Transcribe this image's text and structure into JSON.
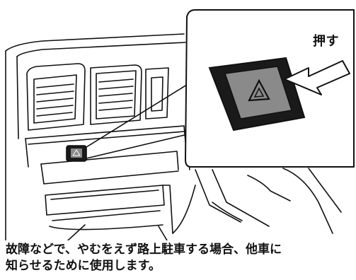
{
  "callout": {
    "push_label": "押す"
  },
  "caption": {
    "line1": "故障などで、やむをえず路上駐車する場合、他車に",
    "line2": "知らせるために使用します。"
  },
  "icons": {
    "hazard_button": "hazard-warning-triangle-icon",
    "arrow": "arrow-pointing-left-icon"
  },
  "colors": {
    "line": "#111111",
    "button_body": "#1a1a1a",
    "button_face": "#8a8a8a",
    "paper": "#ffffff"
  }
}
